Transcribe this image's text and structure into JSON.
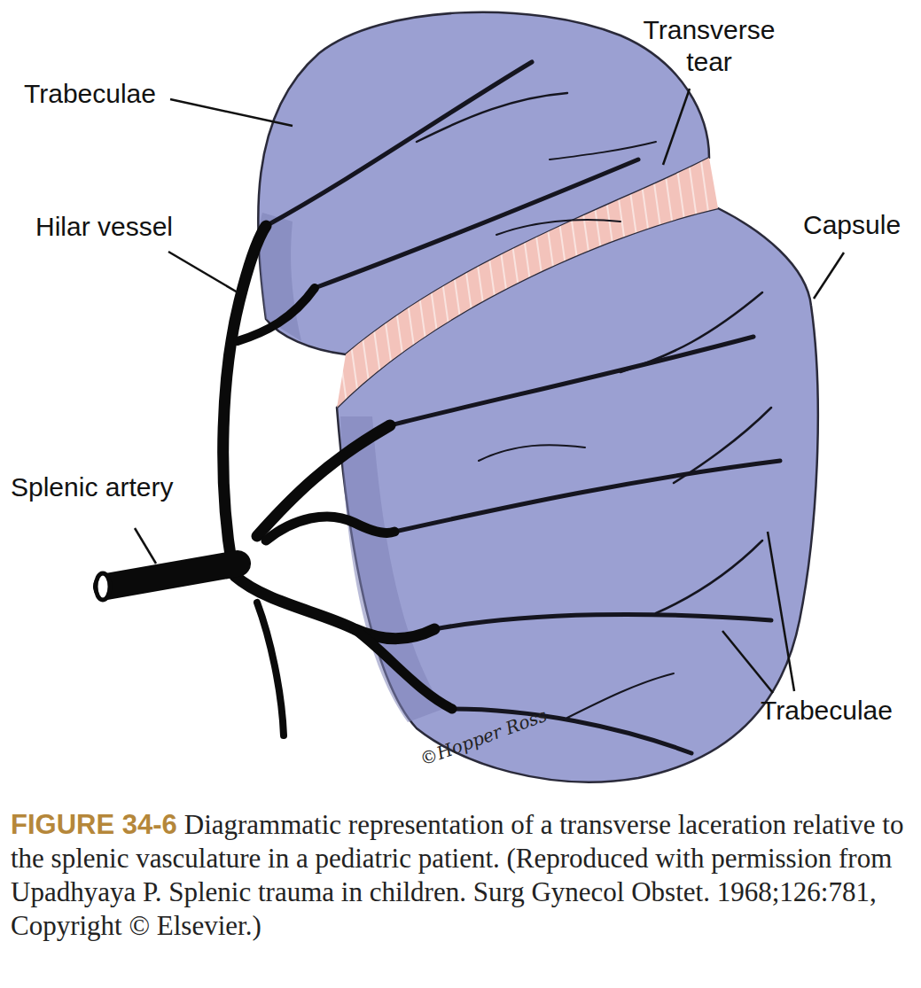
{
  "diagram": {
    "title": "FIGURE 34-6",
    "caption": "Diagrammatic representation of a transverse laceration relative to the splenic vasculature in a pediatric patient. (Reproduced with permission from Upadhyaya P. Splenic trauma in children. Surg Gynecol Obstet. 1968;126:781, Copyright © Elsevier.)",
    "labels": [
      "Trabeculae",
      "Transverse tear",
      "Hilar vessel",
      "Capsule",
      "Splenic artery",
      "Trabeculae",
      "©Hopper Ross"
    ]
  }
}
